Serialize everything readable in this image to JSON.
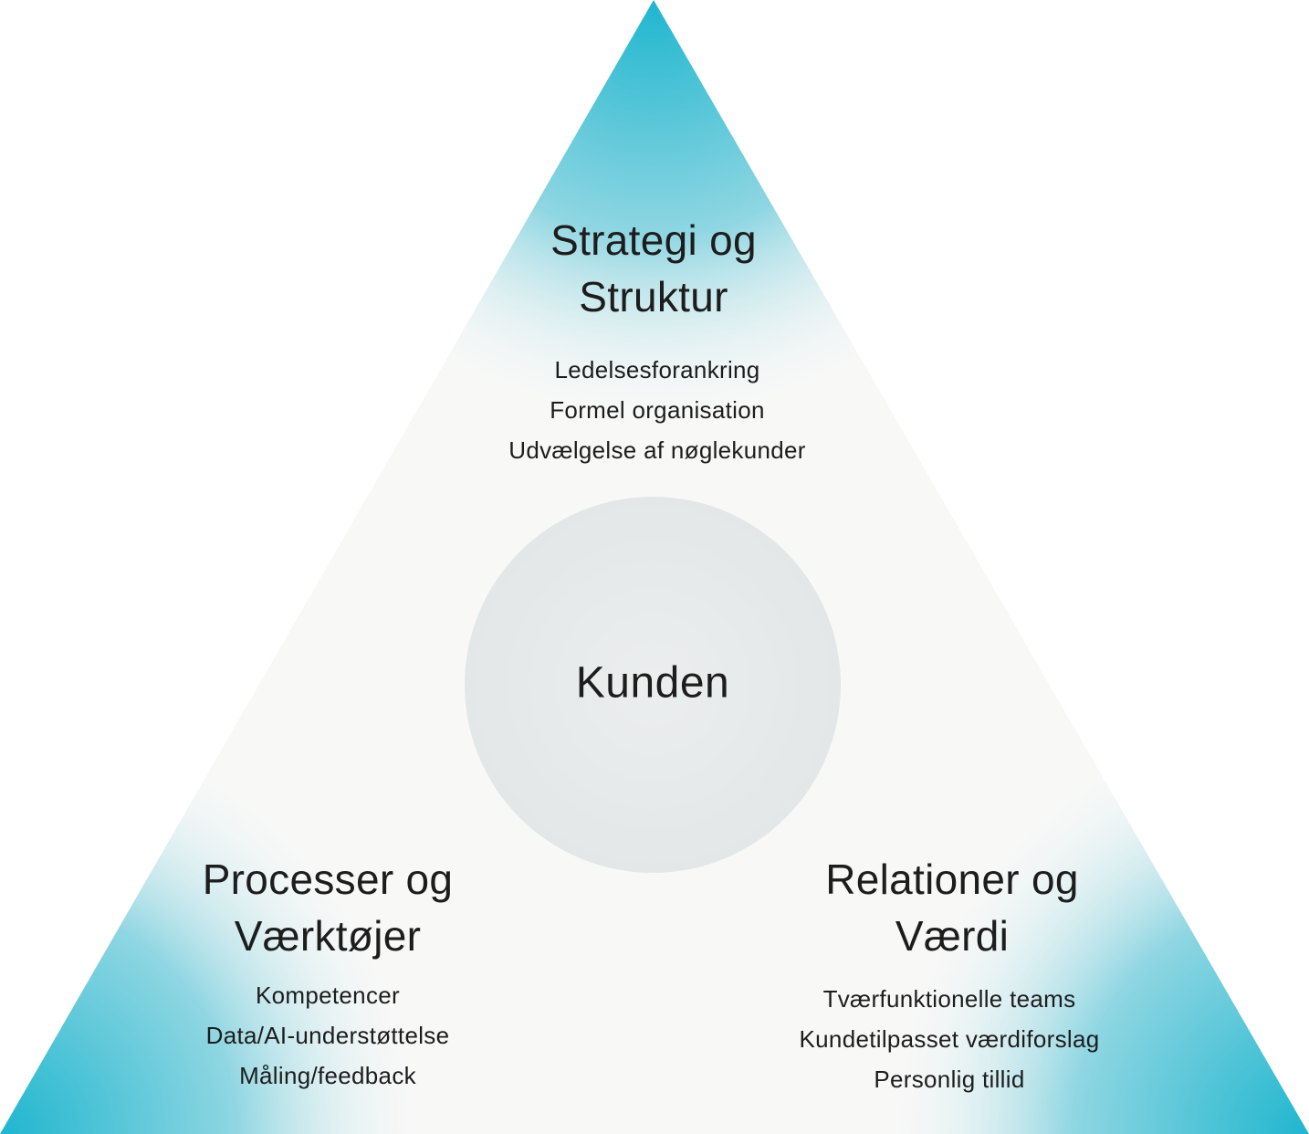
{
  "center": {
    "label": "Kunden"
  },
  "top": {
    "heading_line1": "Strategi og",
    "heading_line2": "Struktur",
    "items": [
      "Ledelsesforankring",
      "Formel organisation",
      "Udvælgelse af nøglekunder"
    ]
  },
  "bottom_left": {
    "heading_line1": "Processer og",
    "heading_line2": "Værktøjer",
    "items": [
      "Kompetencer",
      "Data/AI-understøttelse",
      "Måling/feedback"
    ]
  },
  "bottom_right": {
    "heading_line1": "Relationer og",
    "heading_line2": "Værdi",
    "items": [
      "Tværfunktionelle teams",
      "Kundetilpasset værdiforslag",
      "Personlig tillid"
    ]
  },
  "colors": {
    "accent": "#1fb6cf",
    "fill_light": "#f8f8f7",
    "circle": "#e6e9ea",
    "text": "#1d1d1d"
  }
}
